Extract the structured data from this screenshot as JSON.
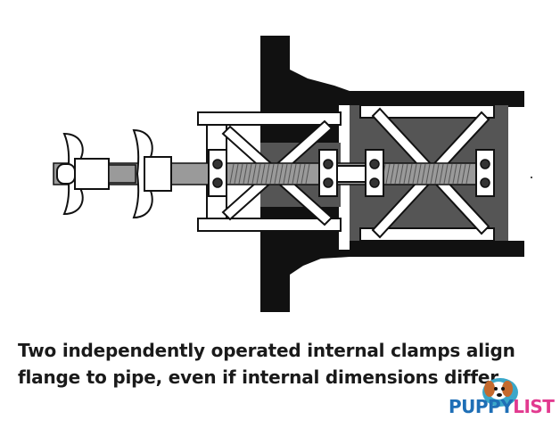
{
  "caption": {
    "line1": "Two independently operated internal clamps align",
    "line2": "flange to pipe, even if internal dimensions differ."
  },
  "logo": {
    "part1": "PUPPY",
    "part2": "LIST"
  },
  "colors": {
    "body": "#1a1a1a",
    "clamp_block": "#555555",
    "rod": "#9a9a9a",
    "outline": "#111111",
    "background": "#ffffff"
  }
}
